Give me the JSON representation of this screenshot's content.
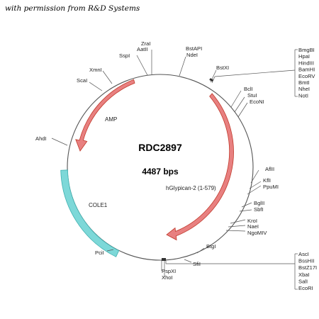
{
  "credit": "with permission from R&D Systems",
  "plasmid": {
    "name": "RDC2897",
    "size": "4487 bps"
  },
  "features": {
    "amp": "AMP",
    "glypican": "hGlypican-2 (1-579)",
    "cole1": "COLE1"
  },
  "colors": {
    "arrow": "#e06666",
    "arrow_stroke": "#c0392b",
    "ori": "#7dd8d8",
    "ori_stroke": "#3fb0b0",
    "circle": "#555555"
  },
  "sites": {
    "zral": "ZraI",
    "aatii": "AatII",
    "sspi": "SspI",
    "bstapi": "BstAPI",
    "ndei": "NdeI",
    "xmni": "XmnI",
    "scai": "ScaI",
    "bstxi": "BstXI",
    "bcli": "BclI",
    "stui": "StuI",
    "econi": "EcoNI",
    "ahdi": "AhdI",
    "aflii": "AflII",
    "kfli": "KflI",
    "ppumi": "PpuMI",
    "bglii": "BglII",
    "sbfi": "SbfI",
    "kroi": "KroI",
    "naei": "NaeI",
    "ngomiv": "NgoMIV",
    "pcii": "PciI",
    "btgi": "BtgI",
    "sfii": "SfiI",
    "pspxi": "PspXI",
    "xhoi": "XhoI",
    "group_right_top": [
      "BmgBI",
      "HpaI",
      "HindIII",
      "BamHI",
      "EcoRV",
      "BmtI",
      "NheI",
      "NotI"
    ],
    "group_right_bottom": [
      "AscI",
      "BssHII",
      "BstZ17I",
      "XbaI",
      "SalI",
      "EcoRI"
    ]
  }
}
